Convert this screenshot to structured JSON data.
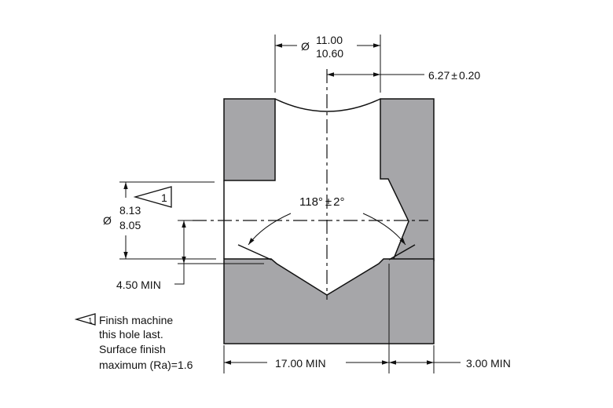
{
  "dimensions": {
    "top_diameter_upper": "11.00",
    "top_diameter_lower": "10.60",
    "diameter_symbol": "Ø",
    "offset": "6.27",
    "offset_pm": "±",
    "offset_tol": "0.20",
    "angle": "118°",
    "angle_pm": "±",
    "angle_tol": "2°",
    "hole_diameter_upper": "8.13",
    "hole_diameter_lower": "8.05",
    "depth_min": "4.50 MIN",
    "bottom_width_min": "17.00 MIN",
    "wall_min": "3.00 MIN"
  },
  "callout": {
    "flag_number": "1"
  },
  "note": {
    "line1": "Finish machine",
    "line2": "this hole last.",
    "line3": "Surface finish",
    "line4": "maximum (Ra)=1.6"
  },
  "colors": {
    "material_fill": "#a6a6a9",
    "line": "#111111"
  }
}
